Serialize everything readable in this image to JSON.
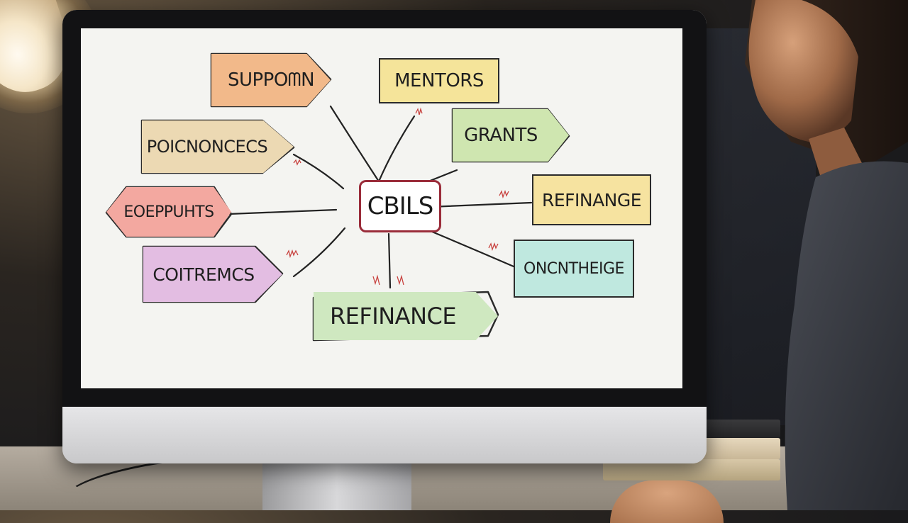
{
  "mindmap": {
    "center": "CBILS",
    "nodes": [
      {
        "id": "n1",
        "label": "SUPPOᗰN",
        "color": "#f2b98a"
      },
      {
        "id": "n2",
        "label": "MENTORS",
        "color": "#f5e49a"
      },
      {
        "id": "n3",
        "label": "POICNONCECS",
        "color": "#ecd9b3"
      },
      {
        "id": "n4",
        "label": "GRANTS",
        "color": "#cfe6b0"
      },
      {
        "id": "n5",
        "label": "EOEPPUHTS",
        "color": "#f3a8a0"
      },
      {
        "id": "n6",
        "label": "REFINANGE",
        "color": "#f6e3a0"
      },
      {
        "id": "n7",
        "label": "COITREMCS",
        "color": "#e3bde2"
      },
      {
        "id": "n8",
        "label": "ONCNTHEIGE",
        "color": "#bfe8df"
      },
      {
        "id": "n9",
        "label": "REFINANCE",
        "color": "#cfe8c0"
      }
    ],
    "accent": "#9a2c3a"
  }
}
